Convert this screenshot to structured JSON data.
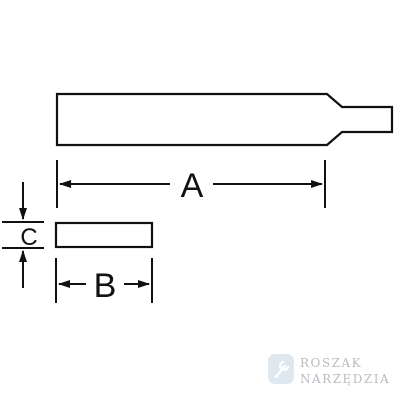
{
  "diagram": {
    "dimension_labels": {
      "length": "A",
      "width": "B",
      "thickness": "C"
    },
    "colors": {
      "line": "#111111",
      "background": "#ffffff",
      "watermark_icon": "#dfe8ee",
      "watermark_text": "#b7bcc2"
    }
  },
  "watermark": {
    "icon": "wrench-icon",
    "line1": "ROSZAK",
    "line2": "NARZĘDZIA"
  }
}
